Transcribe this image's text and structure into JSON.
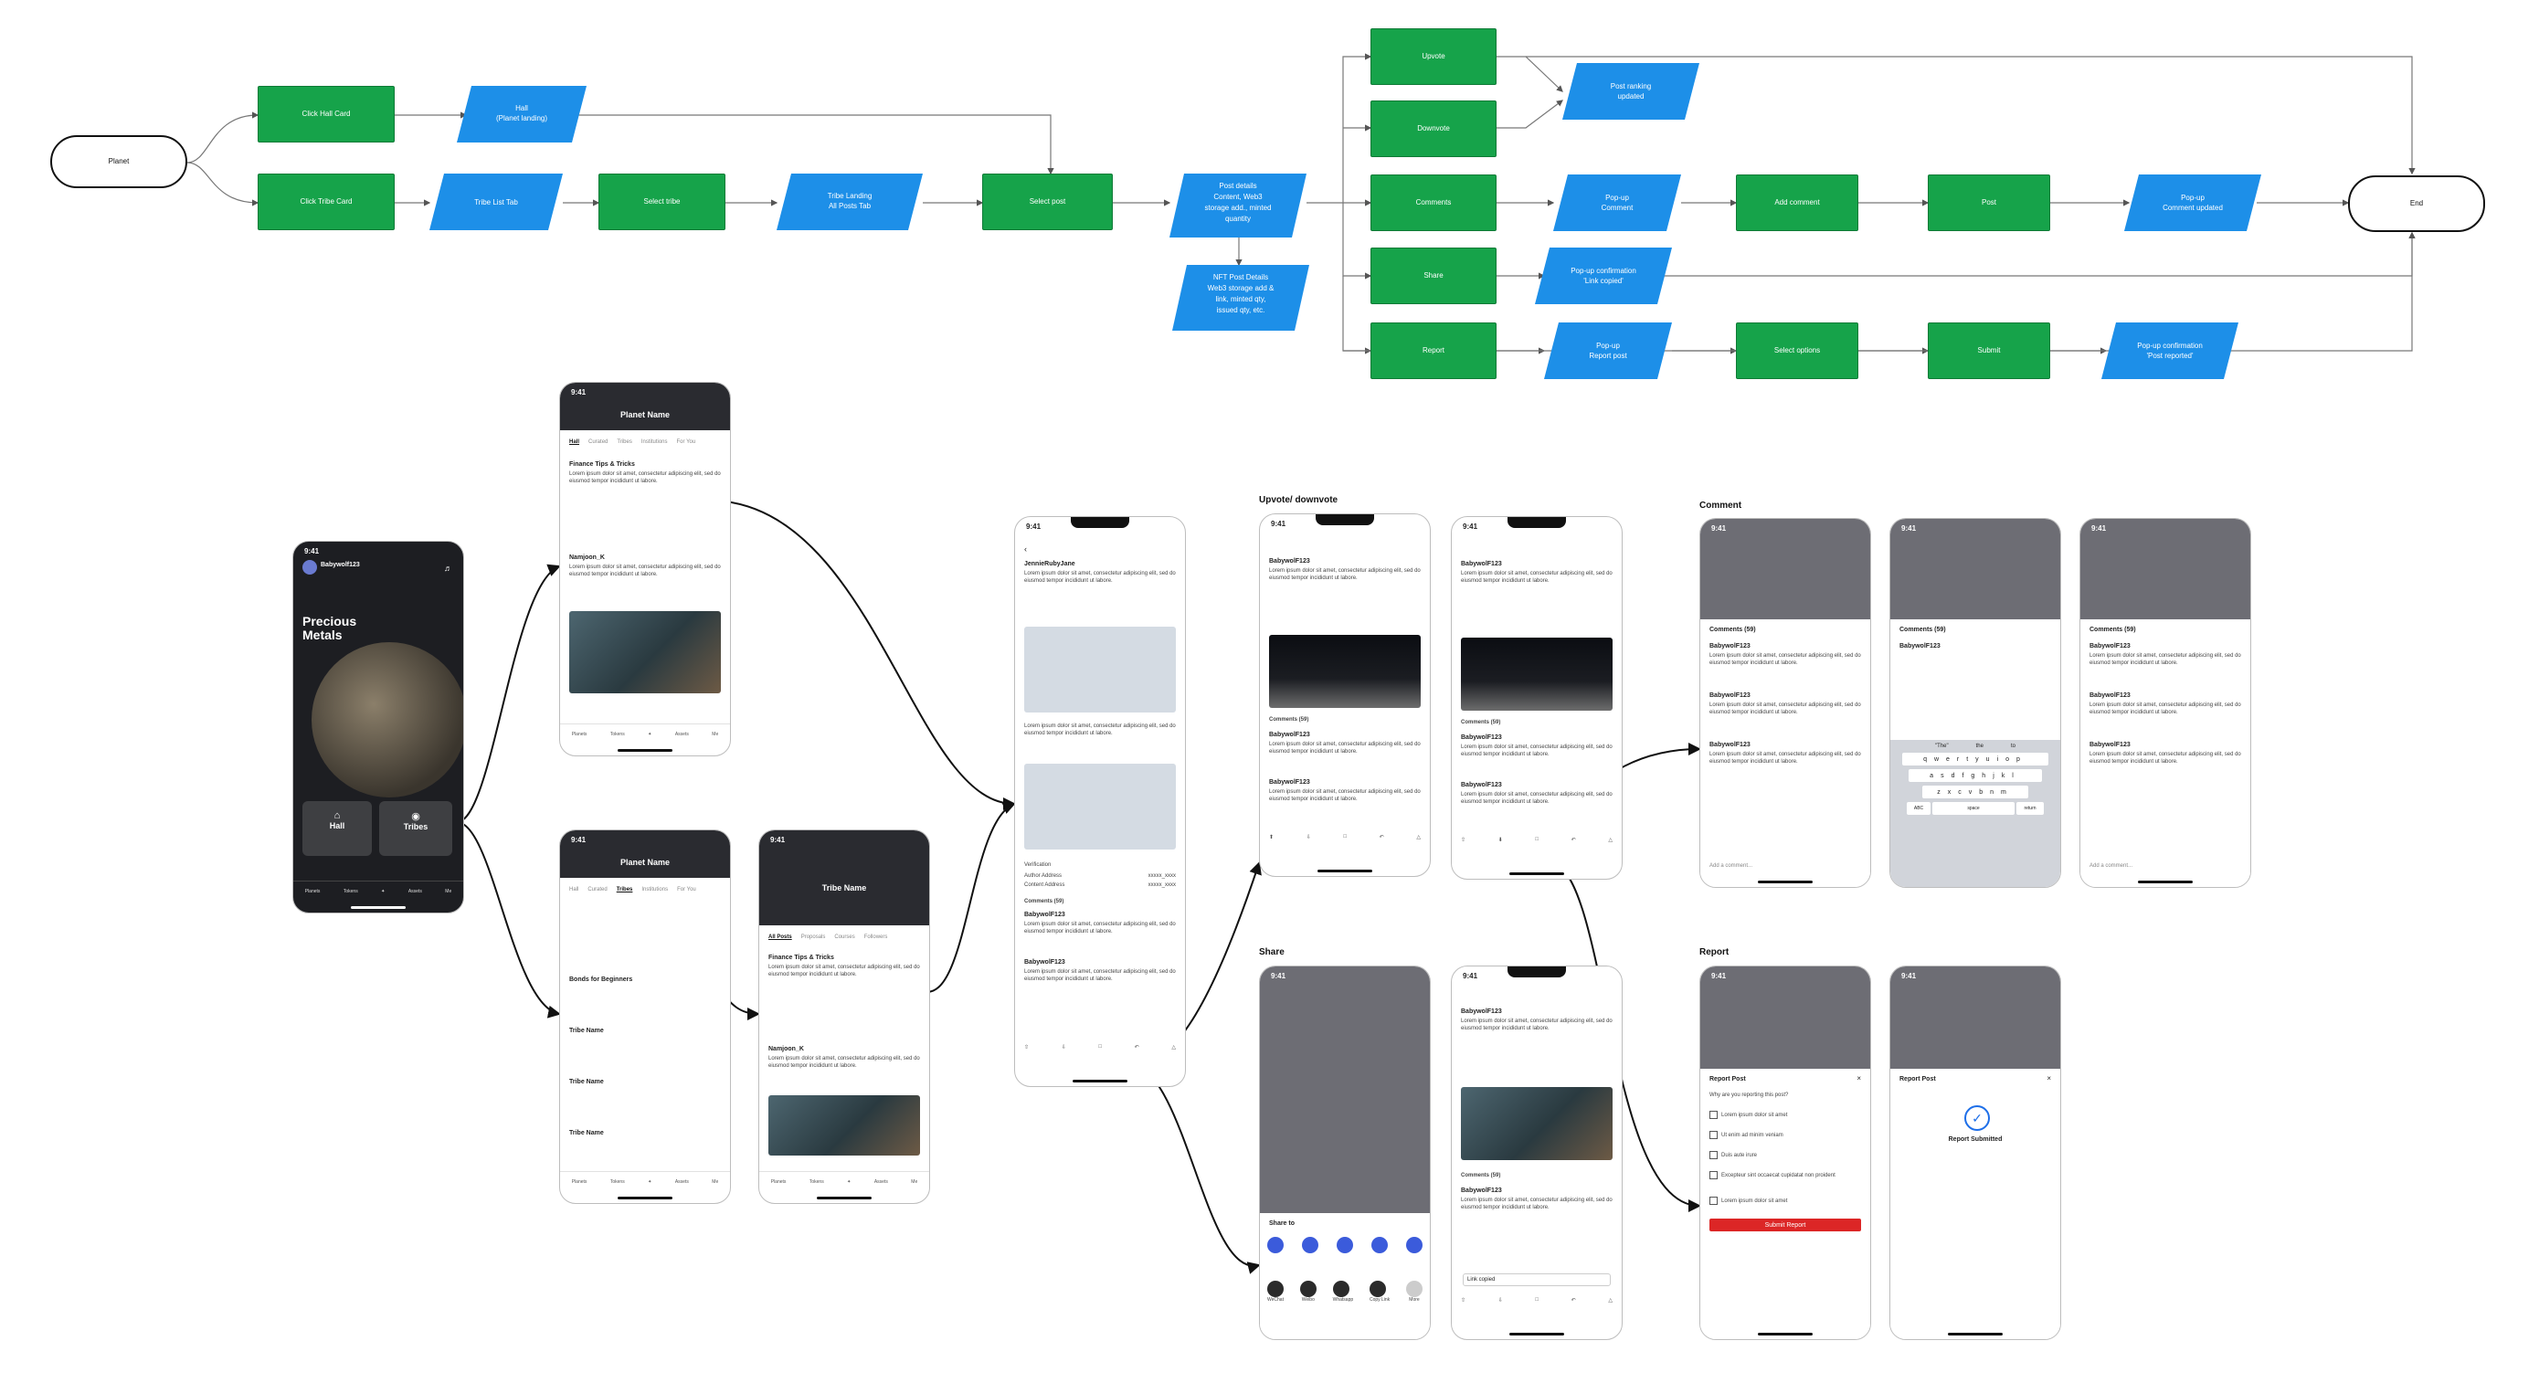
{
  "flow": {
    "planet": "Planet",
    "click_hall_card": "Click Hall Card",
    "hall_planet_landing": [
      "Hall",
      "(Planet landing)"
    ],
    "click_tribe_card": "Click Tribe Card",
    "tribe_list_tab": "Tribe List Tab",
    "select_tribe": "Select tribe",
    "tribe_landing": [
      "Tribe Landing",
      "All Posts Tab"
    ],
    "select_post": "Select post",
    "post_details": [
      "Post details",
      "Content, Web3",
      "storage add., minted",
      "quantity"
    ],
    "nft_post_details": [
      "NFT Post Details",
      "Web3 storage add &",
      "link, minted qty,",
      "issued qty, etc."
    ],
    "upvote": "Upvote",
    "downvote": "Downvote",
    "comments": "Comments",
    "share": "Share",
    "report": "Report",
    "post_ranking_updated": [
      "Post ranking",
      "updated"
    ],
    "popup_comment": [
      "Pop-up",
      "Comment"
    ],
    "add_comment": "Add comment",
    "post": "Post",
    "popup_comment_updated": [
      "Pop-up",
      "Comment updated"
    ],
    "popup_confirmation_link": [
      "Pop-up confirmation",
      "'Link copied'"
    ],
    "popup_report_post": [
      "Pop-up",
      "Report post"
    ],
    "select_options": "Select options",
    "submit": "Submit",
    "popup_confirmation_reported": [
      "Pop-up confirmation",
      "'Post reported'"
    ],
    "end": "End"
  },
  "sections": {
    "upvote_downvote": "Upvote/ downvote",
    "comment": "Comment",
    "share": "Share",
    "report": "Report"
  },
  "screens": {
    "time": "9:41",
    "planet_home": {
      "user": "Babywolf123",
      "title": [
        "Precious",
        "Metals"
      ],
      "hall": "Hall",
      "tribes": "Tribes",
      "nav": [
        "Planets",
        "Tokens",
        "",
        "Assets",
        "Me"
      ]
    },
    "planet_name": "Planet Name",
    "planet_tabs": [
      "Hall",
      "Curated",
      "Tribes",
      "Institutions",
      "For You"
    ],
    "post_finance": "Finance Tips & Tricks",
    "post_namjoon": "Namjoon_K",
    "lorem": "Lorem ipsum dolor sit amet, consectetur adipiscing elit, sed do eiusmod tempor incididunt ut labore.",
    "tribe_name": "Tribe Name",
    "tribe_list": [
      "Bonds for Beginners",
      "Tribe Name",
      "Tribe Name",
      "Tribe Name"
    ],
    "tribe_tabs": [
      "All Posts",
      "Proposals",
      "Courses",
      "Followers"
    ],
    "post_author": "JennieRubyJane",
    "comment_user": "BabywolF123",
    "verification": "Verification",
    "author_address": "Author Address",
    "content_address": "Content Address",
    "masked": "xxxxx_xxxx",
    "comments_count": "Comments (59)",
    "add_comment_placeholder": "Add a comment...",
    "share_to": "Share to",
    "share_apps": [
      "WeChat",
      "Weibo",
      "Whatsapp",
      "Copy Link",
      "More"
    ],
    "link_copied": "Link copied",
    "report_post": "Report Post",
    "report_question": "Why are you reporting this post?",
    "report_options": [
      "Lorem ipsum dolor sit amet",
      "Ut enim ad minim veniam",
      "Duis aute irure",
      "Excepteur sint occaecat cupidatat non proident",
      "Lorem ipsum dolor sit amet"
    ],
    "submit_report": "Submit Report",
    "report_submitted": "Report Submitted",
    "keyboard_rows": [
      "qwertyuiop",
      "asdfghjkl",
      "zxcvbnm"
    ],
    "kbd_suggest": [
      "\"The\"",
      "the",
      "to"
    ],
    "kbd_abc": "ABC",
    "kbd_space": "space",
    "kbd_return": "return"
  },
  "colors": {
    "process": "#16a34a",
    "io": "#1d8fe8",
    "report_button": "#dc2626"
  }
}
